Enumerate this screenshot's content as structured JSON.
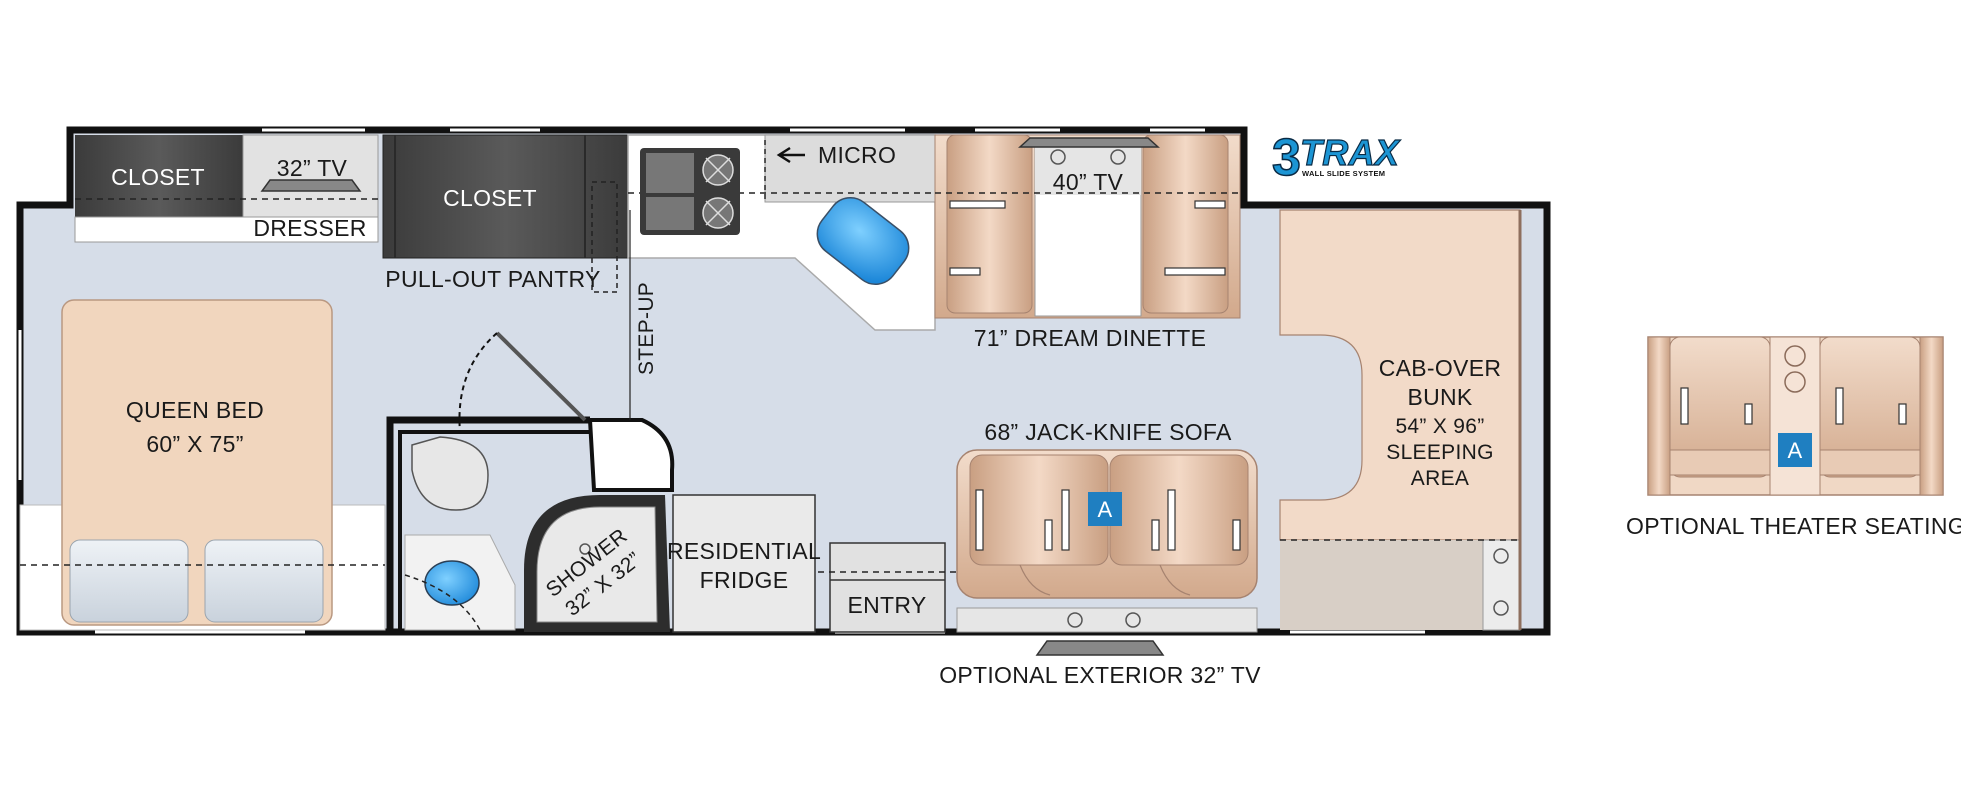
{
  "logo": {
    "numeral": "3",
    "word": "TRAX",
    "tagline": "WALL SLIDE SYSTEM"
  },
  "labels": {
    "closet_left": "CLOSET",
    "tv_bedroom": "32” TV",
    "dresser": "DRESSER",
    "closet_mid": "CLOSET",
    "pantry": "PULL-OUT PANTRY",
    "step_up": "STEP-UP",
    "micro": "MICRO",
    "tv_dinette": "40” TV",
    "dinette": "71” DREAM DINETTE",
    "queen_bed": [
      "QUEEN BED",
      "60” X 75”"
    ],
    "shower": [
      "SHOWER",
      "32” X 32”"
    ],
    "fridge": [
      "RESIDENTIAL",
      "FRIDGE"
    ],
    "entry": "ENTRY",
    "sofa": "68” JACK-KNIFE SOFA",
    "cab_over": [
      "CAB-OVER",
      "BUNK",
      "54” X 96”",
      "SLEEPING",
      "AREA"
    ],
    "exterior_tv": "OPTIONAL EXTERIOR 32” TV",
    "theater": "OPTIONAL THEATER SEATING",
    "badge_sofa": "A",
    "badge_theater": "A"
  },
  "colors": {
    "floor": "#d6dde8",
    "wall": "#111111",
    "closet": "#4a4a4a",
    "bed": "#f1d6be",
    "counter": "#ffffff",
    "accent": "#2f8fd3",
    "badge": "#1f7fc1",
    "logo": "#1c95d4",
    "wood": "#d9b193"
  }
}
